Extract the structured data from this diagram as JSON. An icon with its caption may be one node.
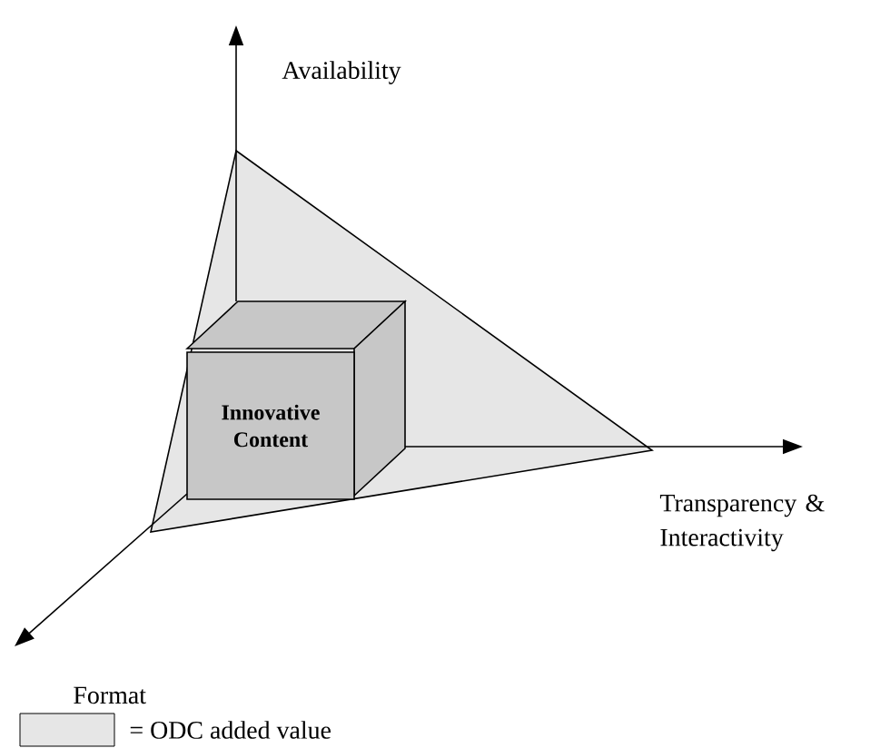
{
  "diagram": {
    "nodes": [
      {
        "text": [
          "Innovative Content"
        ]
      }
    ],
    "labels": [
      "Availability",
      "Transparency & Interactivity",
      "Format"
    ],
    "legend": [
      {
        "text": "= ODC added value",
        "color": "#e6e6e6"
      }
    ]
  }
}
